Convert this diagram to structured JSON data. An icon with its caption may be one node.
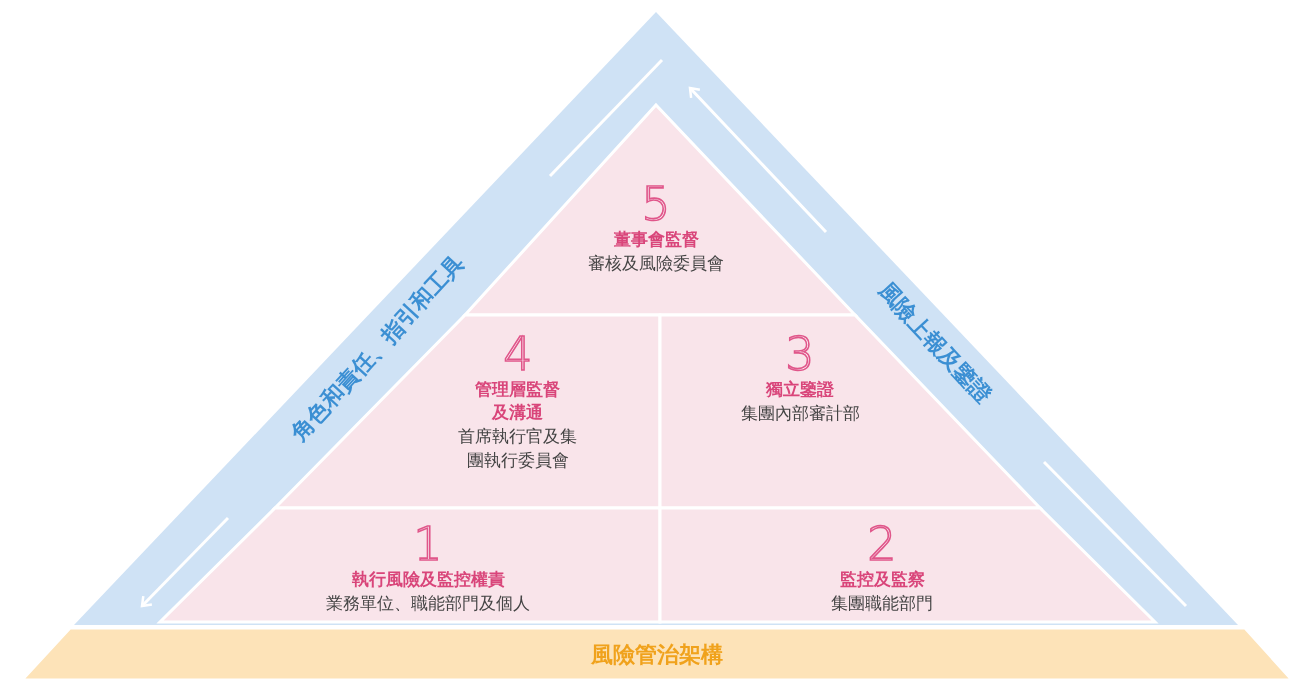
{
  "diagram": {
    "nodes": [
      {
        "text": [
          "風險管治架構"
        ]
      },
      {
        "text": [
          "角色和責任、指引和工具"
        ]
      },
      {
        "text": [
          "風險上報及鑒證"
        ]
      },
      {
        "text": [
          "5",
          "董事會監督",
          "審核及風險委員會"
        ]
      },
      {
        "text": [
          "4",
          "管理層監督及溝通",
          "首席執行官及集團執行委員會"
        ]
      },
      {
        "text": [
          "3",
          "獨立鑒證",
          "集團內部審計部"
        ]
      },
      {
        "text": [
          "1",
          "執行風險及監控權責",
          "業務單位、職能部門及個人"
        ]
      },
      {
        "text": [
          "2",
          "監控及監察",
          "集團職能部門"
        ]
      }
    ],
    "edges": []
  }
}
